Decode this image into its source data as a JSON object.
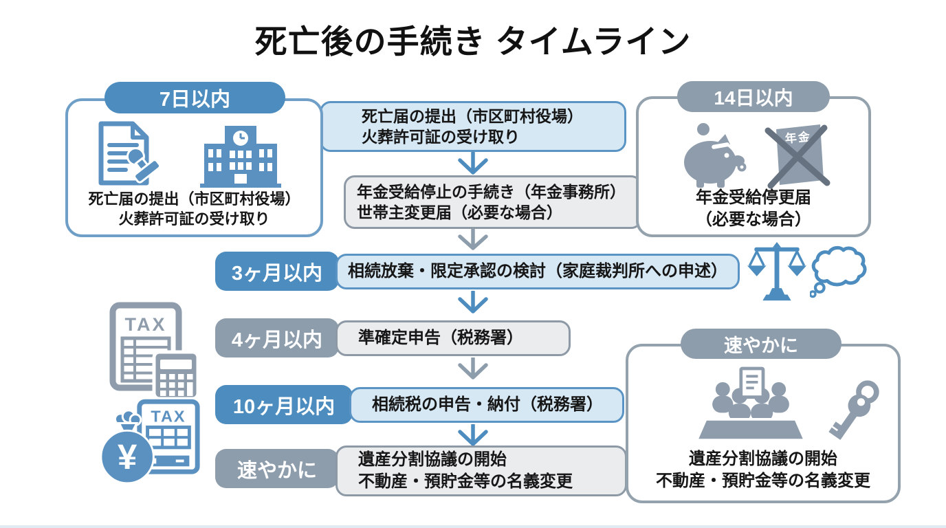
{
  "title": "死亡後の手続き タイムライン",
  "timeline": {
    "box7days": {
      "badge": "7日以内",
      "line1": "死亡届の提出（市区町村役場）",
      "line2": "火葬許可証の受け取り"
    },
    "flowTop": {
      "line1": "死亡届の提出（市区町村役場）",
      "line2": "火葬許可証の受け取り"
    },
    "flowPension": {
      "line1": "年金受給停止の手続き（年金事務所）",
      "line2": "世帯主変更届（必要な場合）"
    },
    "box14days": {
      "badge": "14日以内",
      "line1": "年金受給停更届",
      "line2": "（必要な場合）"
    },
    "row3m": {
      "badge": "3ヶ月以内",
      "text": "相続放棄・限定承認の検討（家庭裁判所への申述）"
    },
    "row4m": {
      "badge": "4ヶ月以内",
      "text": "準確定申告（税務署）"
    },
    "row10m": {
      "badge": "10ヶ月以内",
      "text": "相続税の申告・納付（税務署）"
    },
    "rowPrompt": {
      "badge": "速やかに",
      "line1": "遺産分割協議の開始",
      "line2": "不動産・預貯金等の名義変更"
    },
    "boxPrompt": {
      "badge": "速やかに",
      "line1": "遺産分割協議の開始",
      "line2": "不動産・預貯金等の名義変更"
    }
  },
  "icon_labels": {
    "pension_book": "年金",
    "tax_doc_gray": "TAX",
    "tax_doc_blue": "TAX",
    "yen": "¥"
  },
  "colors": {
    "badge_blue": "#4c8cbe",
    "badge_gray": "#8e9dab",
    "light_blue_fill": "#d7e8f5",
    "light_gray_fill": "#eaecee",
    "blue_border": "#5a94c4",
    "gray_border": "#8d9aa6",
    "icon_blue": "#5b91c0",
    "icon_gray": "#8e9cab",
    "text": "#161616"
  }
}
